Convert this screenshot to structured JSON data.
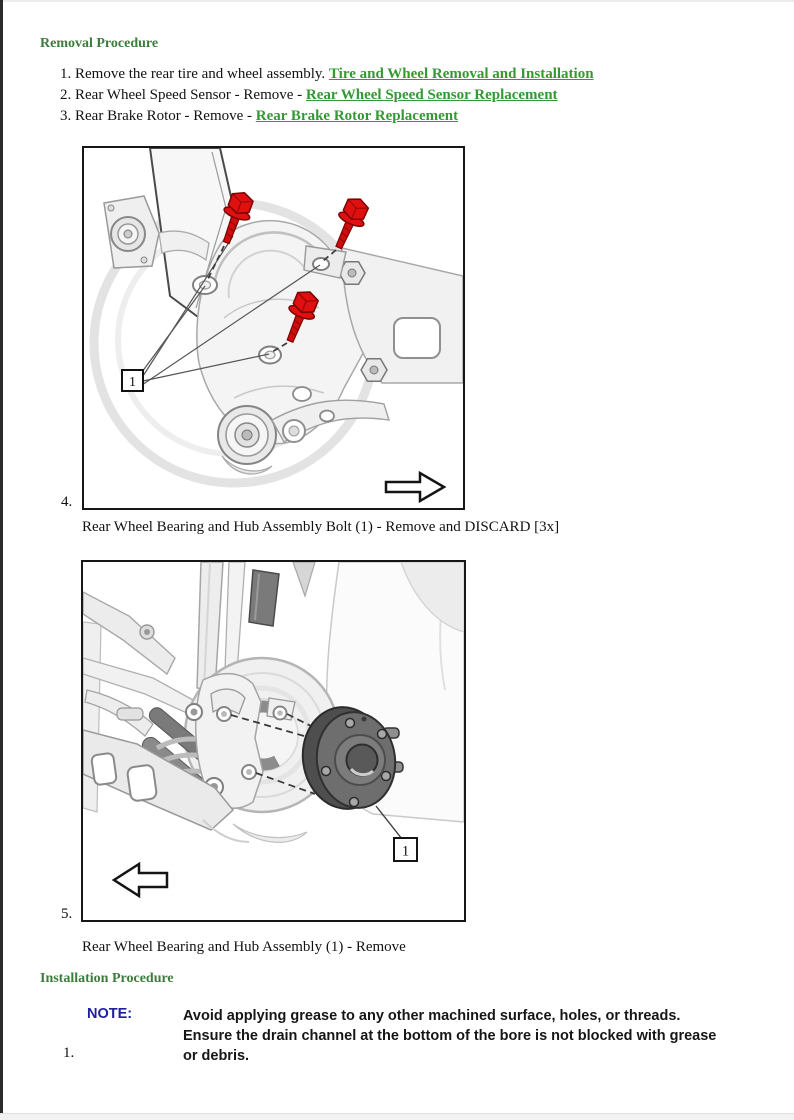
{
  "page": {
    "removal_heading": "Removal Procedure",
    "installation_heading": "Installation Procedure"
  },
  "removal_steps": {
    "step1": {
      "num": "1.",
      "text": "Remove the rear tire and wheel assembly.",
      "link": "Tire and Wheel Removal and Installation"
    },
    "step2": {
      "num": "2.",
      "text": "Rear Wheel Speed Sensor - Remove -",
      "link": "Rear Wheel Speed Sensor Replacement"
    },
    "step3": {
      "num": "3.",
      "text": "Rear Brake Rotor - Remove -",
      "link": "Rear Brake Rotor Replacement"
    },
    "step4": {
      "num": "4.",
      "caption": "Rear Wheel Bearing and Hub Assembly Bolt (1) - Remove and DISCARD [3x]"
    },
    "step5": {
      "num": "5.",
      "caption": "Rear Wheel Bearing and Hub Assembly (1) - Remove"
    }
  },
  "figures": {
    "fig1": {
      "callout_label": "1",
      "arrow_direction": "right"
    },
    "fig2": {
      "callout_label": "1",
      "arrow_direction": "left"
    }
  },
  "installation": {
    "note_label": "NOTE:",
    "note_text": "Avoid applying grease to any other machined surface, holes, or threads. Ensure the drain channel at the bottom of the bore is not blocked with grease or debris.",
    "note_lines": [
      "Avoid applying grease to any other machined surface, holes, or threads.",
      "Ensure the drain channel at the bottom of the bore is not blocked with grease",
      "or debris."
    ],
    "step1_num": "1."
  },
  "colors": {
    "heading_green": "#3c7d3c",
    "link_green": "#349934",
    "note_blue": "#20209d",
    "bolt_red": "#e01010"
  }
}
